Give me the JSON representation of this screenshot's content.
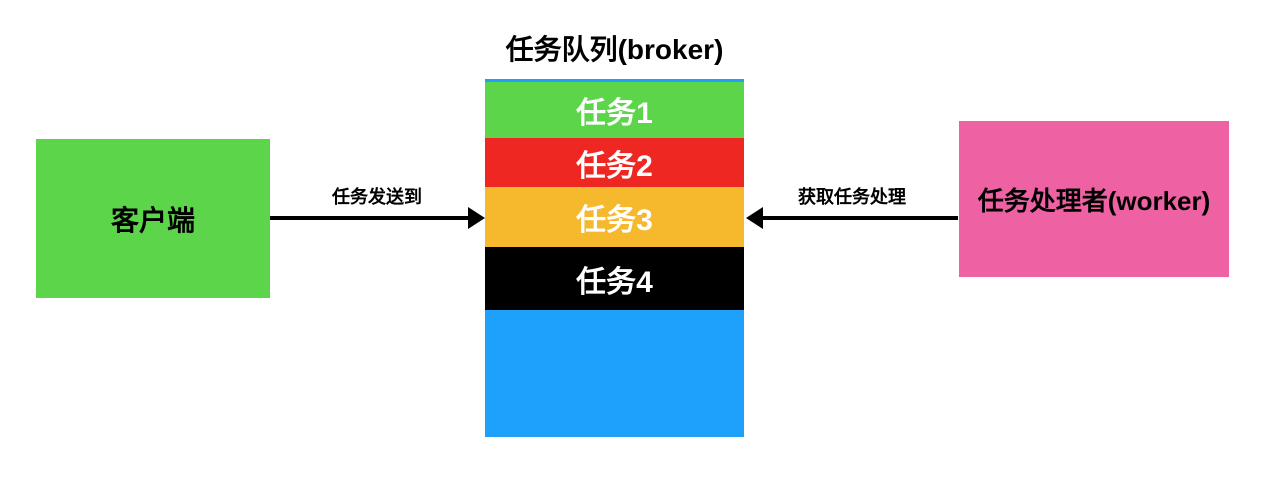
{
  "diagram": {
    "title": "任务队列(broker)",
    "client": {
      "label": "客户端",
      "color": "#5cd54a"
    },
    "worker": {
      "label": "任务处理者(worker)",
      "color": "#ee62a4"
    },
    "queue": {
      "background_color": "#1da1fa",
      "items": [
        {
          "label": "任务1",
          "color": "#5cd54a",
          "text_color": "#ffffff"
        },
        {
          "label": "任务2",
          "color": "#ee2722",
          "text_color": "#ffffff"
        },
        {
          "label": "任务3",
          "color": "#f6b92e",
          "text_color": "#ffffff"
        },
        {
          "label": "任务4",
          "color": "#000000",
          "text_color": "#ffffff"
        }
      ]
    },
    "arrows": {
      "send": {
        "label": "任务发送到",
        "direction": "right"
      },
      "fetch": {
        "label": "获取任务处理",
        "direction": "left"
      }
    },
    "arrow_color": "#000000"
  }
}
